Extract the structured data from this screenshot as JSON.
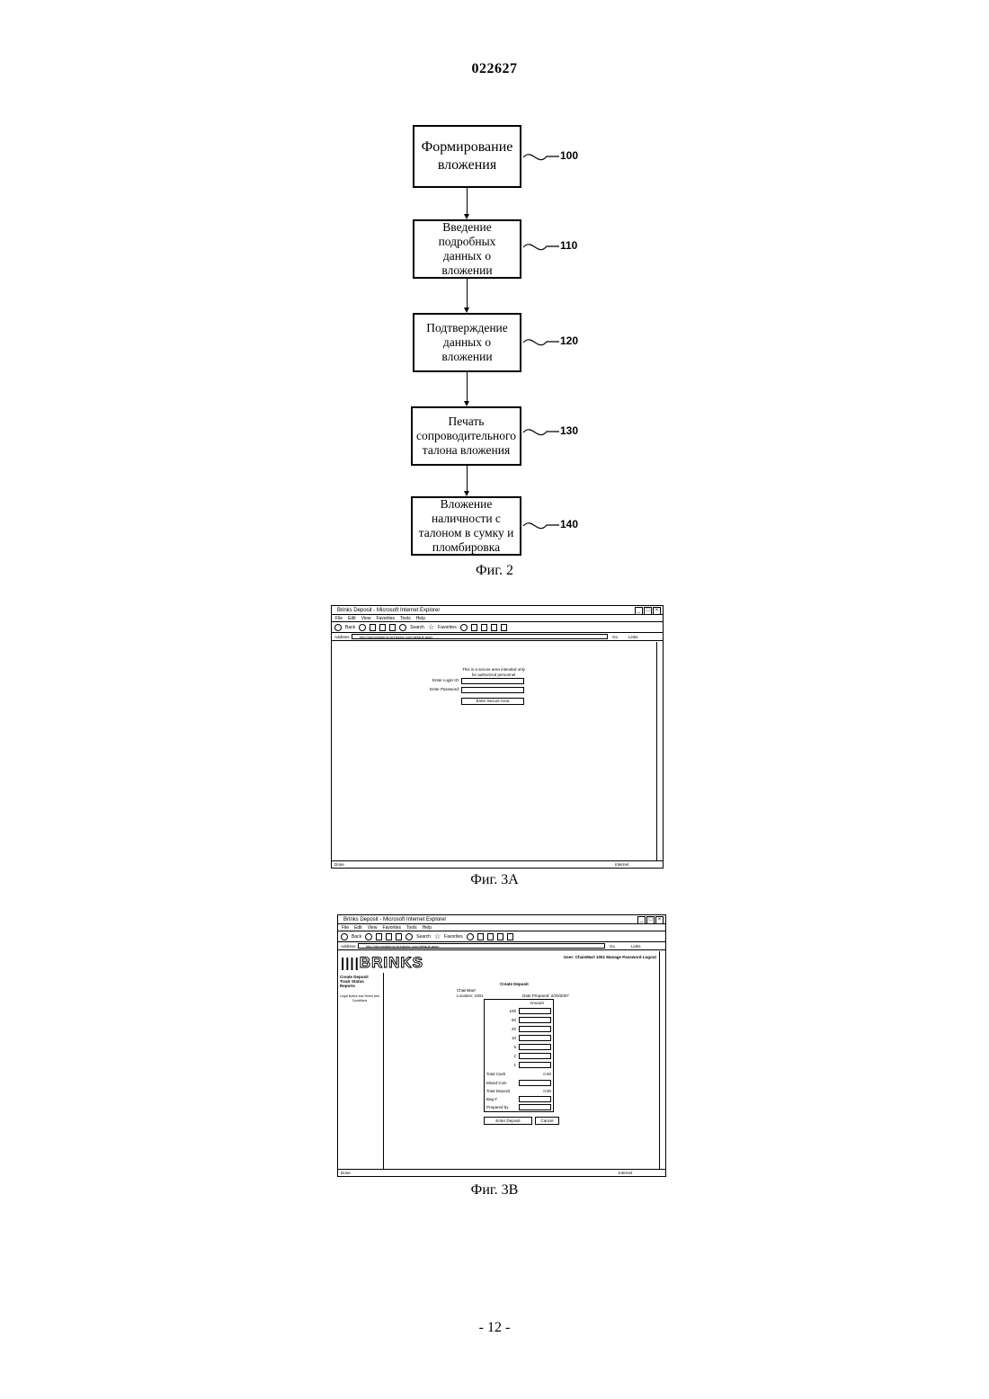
{
  "page_number": "022627",
  "footer": "- 12 -",
  "flowchart": {
    "steps": [
      {
        "text": "Формирование вложения",
        "ref": "100"
      },
      {
        "text": "Введение подробных данных о вложении",
        "ref": "110"
      },
      {
        "text": "Подтверждение данных о вложении",
        "ref": "120"
      },
      {
        "text": "Печать сопроводительного талона вложения",
        "ref": "130"
      },
      {
        "text": "Вложение наличности с талоном в сумку и пломбировка",
        "ref": "140"
      }
    ],
    "caption": "Фиг. 2"
  },
  "fig3a": {
    "caption": "Фиг. 3A",
    "title": "Brinks Deposit - Microsoft Internet Explorer",
    "menu": [
      "File",
      "Edit",
      "View",
      "Favorites",
      "Tools",
      "Help"
    ],
    "toolbar": {
      "back": "Back",
      "search": "Search",
      "favorites": "Favorites"
    },
    "address_label": "Address",
    "address_value": "http://depositdemo.brinksinc.com/default.aspx",
    "go": "Go",
    "links": "Links",
    "notice": "This is a secure area intended only for authorized personnel",
    "login_label": "Enter Login ID:",
    "password_label": "Enter Password:",
    "submit": "Enter Secure Area",
    "status_left": "Done",
    "status_right": "Internet"
  },
  "fig3b": {
    "caption": "Фиг. 3B",
    "title": "Brinks Deposit - Microsoft Internet Explorer",
    "menu": [
      "File",
      "Edit",
      "View",
      "Favorites",
      "Tools",
      "Help"
    ],
    "toolbar": {
      "back": "Back",
      "search": "Search",
      "favorites": "Favorites"
    },
    "address_label": "Address",
    "address_value": "http://depositdemo.brinksinc.com/default.aspx",
    "go": "Go",
    "links": "Links",
    "logo": "BRINKS",
    "user_bar": "User: ChainMart 1001 Manage Password Logout",
    "nav": [
      "Create Deposit",
      "Track Status",
      "Reports"
    ],
    "legal": "Legal Notice and Terms and Conditions",
    "form_title": "Create Deposit",
    "company": "ChainMart",
    "location": "Location: 1001",
    "date_prepared": "Date Prepared: 2/20/2007",
    "amount_header": "Amount",
    "denominations": [
      "100",
      "50",
      "20",
      "10",
      "5",
      "2",
      "1"
    ],
    "total_cash_label": "Total Cash",
    "total_cash_value": "0.00",
    "mixed_coin_label": "Mixed Coin",
    "total_deposit_label": "Total Deposit",
    "total_deposit_value": "0.00",
    "bag_label": "Bag #",
    "prepared_by_label": "Prepared by",
    "enter_deposit": "Enter Deposit",
    "cancel": "Cancel",
    "status_left": "Done",
    "status_right": "Internet"
  }
}
